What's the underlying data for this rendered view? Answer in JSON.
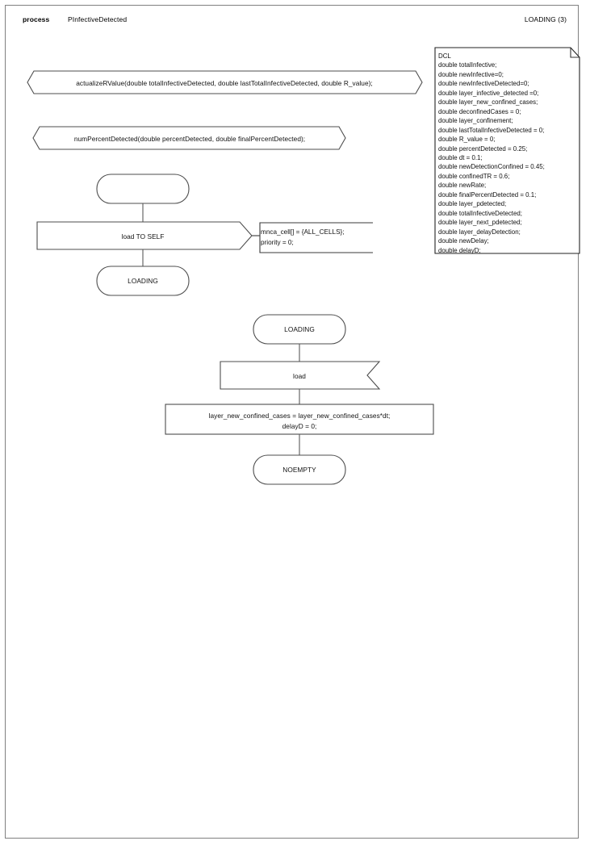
{
  "header": {
    "kind": "process",
    "name": "PInfectiveDetected",
    "page": "LOADING (3)"
  },
  "dcl_box": {
    "title": "DCL",
    "declarations": [
      "double totalInfective;",
      "double newInfective=0;",
      "double newInfectiveDetected=0;",
      "double layer_infective_detected =0;",
      "double layer_new_confined_cases;",
      "double deconfinedCases = 0;",
      "double layer_confinement;",
      "double lastTotalInfectiveDetected = 0;",
      "double R_value = 0;",
      "double percentDetected = 0.25;",
      "double dt = 0.1;",
      "double newDetectionConfined = 0.45;",
      "double confinedTR = 0.6;",
      "double newRate;",
      "double finalPercentDetected = 0.1;",
      "double layer_pdetected;",
      "double totalInfectiveDetected;",
      "double layer_next_pdetected;",
      "double layer_delayDetection;",
      "double newDelay;",
      "double delayD;"
    ],
    "text": "DCL\ndouble totalInfective;\ndouble newInfective=0;\ndouble newInfectiveDetected=0;\ndouble layer_infective_detected =0;\ndouble layer_new_confined_cases;\ndouble deconfinedCases = 0;\ndouble layer_confinement;\ndouble lastTotalInfectiveDetected = 0;\ndouble R_value = 0;\ndouble percentDetected = 0.25;\ndouble dt = 0.1;\ndouble newDetectionConfined = 0.45;\ndouble confinedTR = 0.6;\ndouble newRate;\ndouble finalPercentDetected = 0.1;\ndouble layer_pdetected;\ndouble totalInfectiveDetected;\ndouble layer_next_pdetected;\ndouble layer_delayDetection;\ndouble newDelay;\ndouble delayD;"
  },
  "procedures": [
    {
      "label": "actualizeRValue(double totalInfectiveDetected, double lastTotalInfectiveDetected, double R_value);"
    },
    {
      "label": "numPercentDetected(double percentDetected, double finalPercentDetected);"
    }
  ],
  "transition_a": {
    "start_label": "",
    "output_label": "load TO SELF",
    "comment": "mnca_cell[] = {ALL_CELLS};\npriority = 0;",
    "next_state_label": "LOADING"
  },
  "transition_b": {
    "state_label": "LOADING",
    "input_label": "load",
    "task_label": "layer_new_confined_cases = layer_new_confined_cases*dt;\ndelayD = 0;",
    "next_state_label": "NOEMPTY"
  },
  "colors": {
    "page_border": "#808080",
    "shape_stroke": "#4d4d4d",
    "connector": "#5a5a5a",
    "text": "#111111",
    "background": "#ffffff"
  }
}
